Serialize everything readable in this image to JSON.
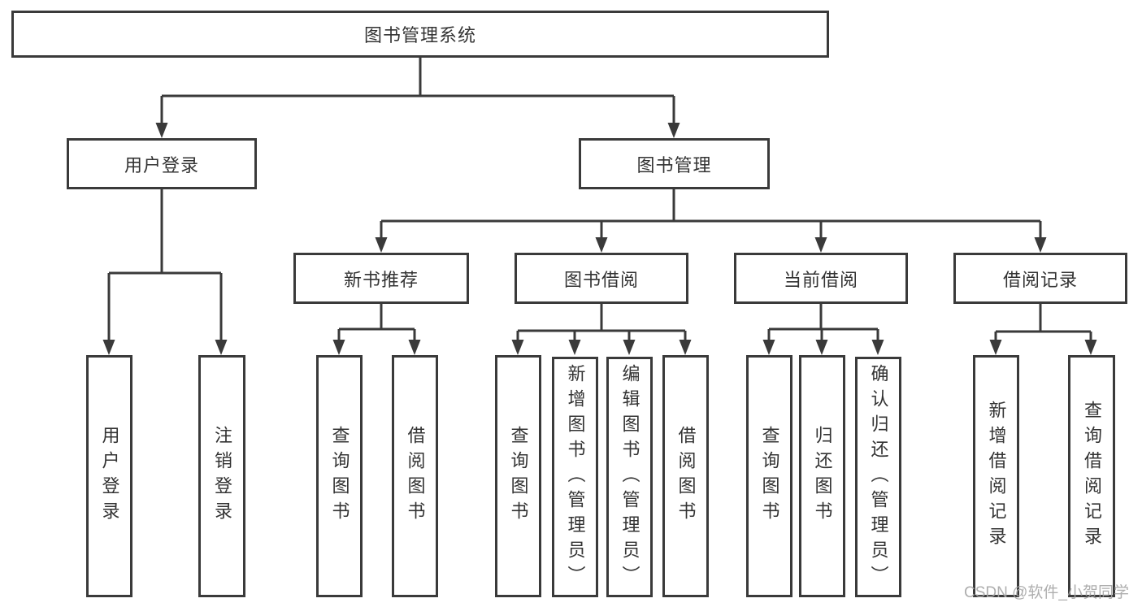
{
  "colors": {
    "line": "#3a3a3a",
    "border": "#3a3a3a",
    "text": "#333333",
    "background": "#ffffff",
    "watermark": "#a5a5a5"
  },
  "watermark": {
    "text": "CSDN @软件_小贺同学"
  },
  "tree": {
    "label": "图书管理系统",
    "children": [
      {
        "label": "用户登录",
        "children": [
          {
            "label": "用户登录"
          },
          {
            "label": "注销登录"
          }
        ]
      },
      {
        "label": "图书管理",
        "children": [
          {
            "label": "新书推荐",
            "children": [
              {
                "label": "查询图书"
              },
              {
                "label": "借阅图书"
              }
            ]
          },
          {
            "label": "图书借阅",
            "children": [
              {
                "label": "查询图书"
              },
              {
                "label": "新增图书（管理员）"
              },
              {
                "label": "编辑图书（管理员）"
              },
              {
                "label": "借阅图书"
              }
            ]
          },
          {
            "label": "当前借阅",
            "children": [
              {
                "label": "查询图书"
              },
              {
                "label": "归还图书"
              },
              {
                "label": "确认归还（管理员）"
              }
            ]
          },
          {
            "label": "借阅记录",
            "children": [
              {
                "label": "新增借阅记录"
              },
              {
                "label": "查询借阅记录"
              }
            ]
          }
        ]
      }
    ]
  }
}
